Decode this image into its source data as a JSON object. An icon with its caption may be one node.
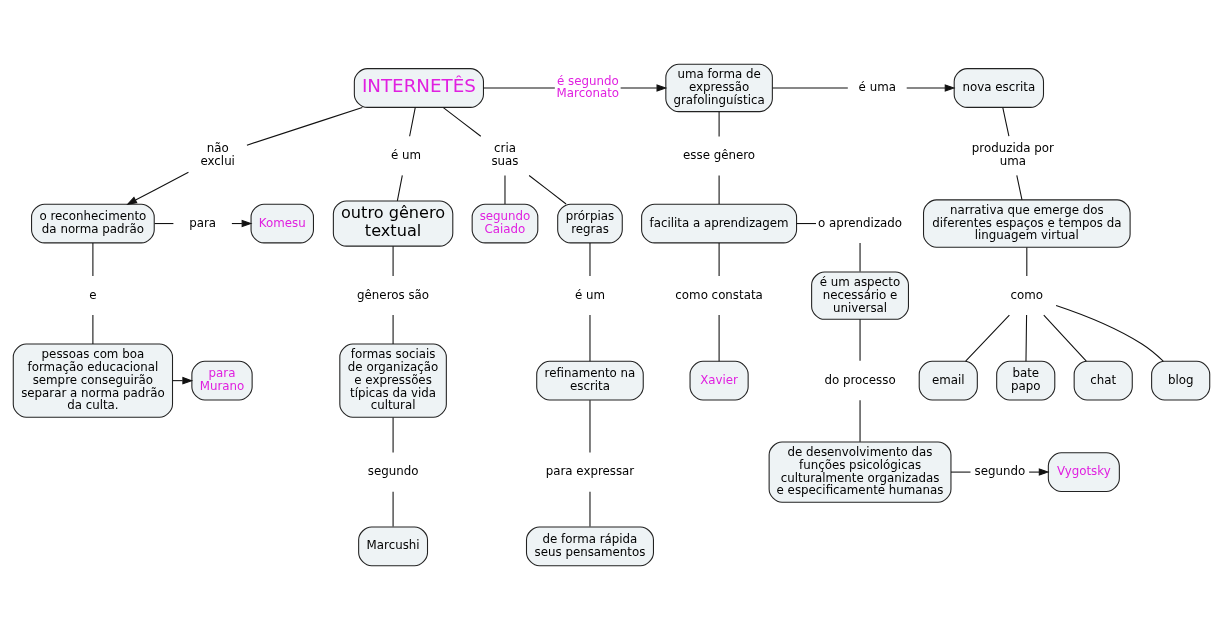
{
  "diagram": {
    "nodes": [
      {
        "text": [
          "INTERNETÊS"
        ]
      },
      {
        "text": [
          "é segundo Marconato"
        ]
      },
      {
        "text": [
          "uma forma de expressão grafolinguística"
        ]
      },
      {
        "text": [
          "é uma"
        ]
      },
      {
        "text": [
          "nova escrita"
        ]
      },
      {
        "text": [
          "não exclui"
        ]
      },
      {
        "text": [
          "o reconhecimento da norma padrão"
        ]
      },
      {
        "text": [
          "produzida por uma"
        ]
      },
      {
        "text": [
          "esse gênero"
        ]
      },
      {
        "text": [
          "Komesu"
        ]
      },
      {
        "text": [
          "para"
        ]
      },
      {
        "text": [
          "é um"
        ]
      },
      {
        "text": [
          "o aprendizado"
        ]
      },
      {
        "text": [
          "facilita a aprendizagem"
        ]
      },
      {
        "text": [
          "narrativa que emerge dos diferentes espaços e tempos da linguagem virtual"
        ]
      },
      {
        "text": [
          "e"
        ]
      },
      {
        "text": [
          "para Murano"
        ]
      },
      {
        "text": [
          "outro gênero textual"
        ]
      },
      {
        "text": [
          "cria suas"
        ]
      },
      {
        "text": [
          "como"
        ]
      },
      {
        "text": [
          "como constata"
        ]
      },
      {
        "text": [
          "é um aspecto necessário e universal"
        ]
      },
      {
        "text": [
          "pessoas com boa formação educacional sempre conseguirão separar a norma padrão da culta."
        ]
      },
      {
        "text": [
          "email"
        ]
      },
      {
        "text": [
          "bate papo"
        ]
      },
      {
        "text": [
          "gêneros são"
        ]
      },
      {
        "text": [
          "segundo Caiado"
        ]
      },
      {
        "text": [
          "chat"
        ]
      },
      {
        "text": [
          "blog"
        ]
      },
      {
        "text": [
          "Xavier"
        ]
      },
      {
        "text": [
          "do processo"
        ]
      },
      {
        "text": [
          "prórpias regras"
        ]
      },
      {
        "text": [
          "formas sociais de organização e expressões típicas da vida cultural"
        ]
      },
      {
        "text": [
          "Vygotsky"
        ]
      },
      {
        "text": [
          "segundo"
        ]
      },
      {
        "text": [
          "é um"
        ]
      },
      {
        "text": [
          "de desenvolvimento das funções psicológicas culturalmente organizadas e especificamente humanas"
        ]
      },
      {
        "text": [
          "refinamento na escrita"
        ]
      },
      {
        "text": [
          "segundo"
        ]
      },
      {
        "text": [
          "para expressar"
        ]
      },
      {
        "text": [
          "Marcushi"
        ]
      },
      {
        "text": [
          "de forma rápida seus pensamentos"
        ]
      }
    ],
    "edges": [
      {
        "from": 0,
        "to": 1,
        "arrow": "none"
      },
      {
        "from": 1,
        "to": 2,
        "arrow": "to"
      },
      {
        "from": 2,
        "to": 3,
        "arrow": "none"
      },
      {
        "from": 3,
        "to": 4,
        "arrow": "to"
      },
      {
        "from": 0,
        "to": 5,
        "arrow": "none"
      },
      {
        "from": 5,
        "to": 6,
        "arrow": "to"
      },
      {
        "from": 6,
        "to": 10,
        "arrow": "none"
      },
      {
        "from": 10,
        "to": 9,
        "arrow": "to"
      },
      {
        "from": 4,
        "to": 7,
        "arrow": "none"
      },
      {
        "from": 7,
        "to": 14,
        "arrow": "none"
      },
      {
        "from": 2,
        "to": 8,
        "arrow": "none"
      },
      {
        "from": 8,
        "to": 13,
        "arrow": "none"
      },
      {
        "from": 0,
        "to": 11,
        "arrow": "none"
      },
      {
        "from": 11,
        "to": 17,
        "arrow": "none"
      },
      {
        "from": 6,
        "to": 15,
        "arrow": "none"
      },
      {
        "from": 15,
        "to": 22,
        "arrow": "none"
      },
      {
        "from": 22,
        "to": 16,
        "arrow": "to"
      },
      {
        "from": 13,
        "to": 12,
        "arrow": "none"
      },
      {
        "from": 12,
        "to": 21,
        "arrow": "none"
      },
      {
        "from": 13,
        "to": 20,
        "arrow": "none"
      },
      {
        "from": 20,
        "to": 29,
        "arrow": "none"
      },
      {
        "from": 14,
        "to": 19,
        "arrow": "none"
      },
      {
        "from": 19,
        "to": 24,
        "arrow": "none"
      },
      {
        "from": 19,
        "to": 28,
        "arrow": "none"
      },
      {
        "from": 19,
        "to": 27,
        "arrow": "none"
      },
      {
        "from": 19,
        "to": 23,
        "arrow": "none"
      },
      {
        "from": 0,
        "to": 18,
        "arrow": "none"
      },
      {
        "from": 18,
        "to": 31,
        "arrow": "none"
      },
      {
        "from": 18,
        "to": 26,
        "arrow": "none"
      },
      {
        "from": 17,
        "to": 25,
        "arrow": "none"
      },
      {
        "from": 25,
        "to": 32,
        "arrow": "none"
      },
      {
        "from": 21,
        "to": 30,
        "arrow": "none"
      },
      {
        "from": 30,
        "to": 36,
        "arrow": "none"
      },
      {
        "from": 36,
        "to": 34,
        "arrow": "none"
      },
      {
        "from": 34,
        "to": 33,
        "arrow": "to"
      },
      {
        "from": 31,
        "to": 35,
        "arrow": "none"
      },
      {
        "from": 35,
        "to": 37,
        "arrow": "none"
      },
      {
        "from": 32,
        "to": 38,
        "arrow": "none"
      },
      {
        "from": 38,
        "to": 40,
        "arrow": "none"
      },
      {
        "from": 37,
        "to": 39,
        "arrow": "none"
      },
      {
        "from": 39,
        "to": 41,
        "arrow": "none"
      }
    ]
  }
}
